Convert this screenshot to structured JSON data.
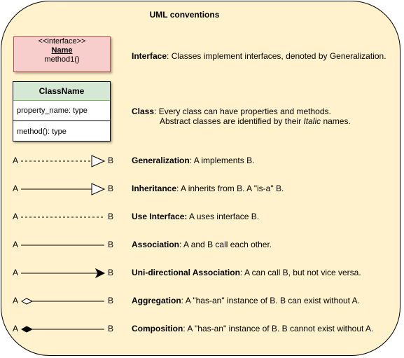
{
  "title": "UML conventions",
  "interface_box": {
    "stereotype": "<<interface>>",
    "name": "Name",
    "method": "method1()"
  },
  "class_box": {
    "name": "ClassName",
    "property": "property_name: type",
    "method": "method(): type"
  },
  "rows": [
    {
      "term": "Interface",
      "sep": ":",
      "text": " Classes implement interfaces, denoted by Generalization."
    },
    {
      "term": "Class",
      "sep": ":",
      "text": " Every class can have properties and methods.",
      "text2a": "Abstract classes are identified by their ",
      "text2b": "Italic",
      "text2c": " names."
    },
    {
      "term": "Generalization",
      "sep": ":",
      "text": " A implements B.",
      "a": "A",
      "b": "B"
    },
    {
      "term": "Inheritance",
      "sep": ":",
      "text": " A inherits from B. A \"is-a\" B.",
      "a": "A",
      "b": "B"
    },
    {
      "term": "Use Interface:",
      "sep": "",
      "text": " A uses interface B.",
      "a": "A",
      "b": "B"
    },
    {
      "term": "Association",
      "sep": ":",
      "text": " A and B call each other.",
      "a": "A",
      "b": "B"
    },
    {
      "term": "Uni-directional Association",
      "sep": ":",
      "text": " A can call B, but not vice versa.",
      "a": "A",
      "b": "B"
    },
    {
      "term": "Aggregation",
      "sep": ":",
      "text": " A \"has-an\" instance of B. B can exist without A.",
      "a": "A",
      "b": "B"
    },
    {
      "term": "Composition",
      "sep": ":",
      "text": " A \"has-an\" instance of B. B cannot exist without A.",
      "a": "A",
      "b": "B"
    }
  ]
}
